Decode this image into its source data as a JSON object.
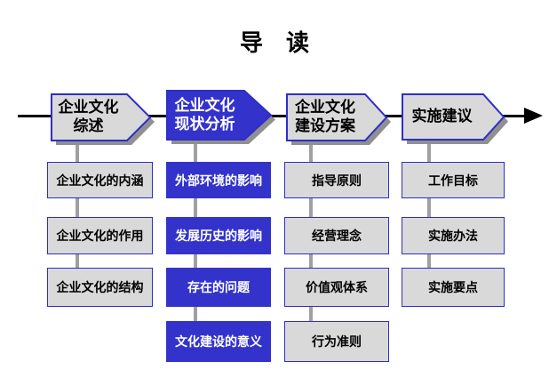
{
  "title": "导　读",
  "colors": {
    "accent_blue": "#3333CC",
    "border_blue": "#2E2EC8",
    "box_gray": "#D9D9D9",
    "shadow_gray": "#909090",
    "connector_gray": "#A0A0A0",
    "flow_black": "#000000"
  },
  "columns": [
    {
      "header": {
        "lines": [
          "企业文化",
          "综述"
        ],
        "highlighted": false
      },
      "items": [
        {
          "label": "企业文化的内涵",
          "highlighted": false
        },
        {
          "label": "企业文化的作用",
          "highlighted": false
        },
        {
          "label": "企业文化的结构",
          "highlighted": false
        }
      ]
    },
    {
      "header": {
        "lines": [
          "企业文化",
          "现状分析"
        ],
        "highlighted": true
      },
      "items": [
        {
          "label": "外部环境的影响",
          "highlighted": true
        },
        {
          "label": "发展历史的影响",
          "highlighted": true
        },
        {
          "label": "存在的问题",
          "highlighted": true
        },
        {
          "label": "文化建设的意义",
          "highlighted": true
        }
      ]
    },
    {
      "header": {
        "lines": [
          "企业文化",
          "建设方案"
        ],
        "highlighted": false
      },
      "items": [
        {
          "label": "指导原则",
          "highlighted": false
        },
        {
          "label": "经营理念",
          "highlighted": false
        },
        {
          "label": "价值观体系",
          "highlighted": false
        },
        {
          "label": "行为准则",
          "highlighted": false
        }
      ]
    },
    {
      "header": {
        "lines": [
          "实施建议"
        ],
        "highlighted": false
      },
      "items": [
        {
          "label": "工作目标",
          "highlighted": false
        },
        {
          "label": "实施办法",
          "highlighted": false
        },
        {
          "label": "实施要点",
          "highlighted": false
        }
      ]
    }
  ]
}
